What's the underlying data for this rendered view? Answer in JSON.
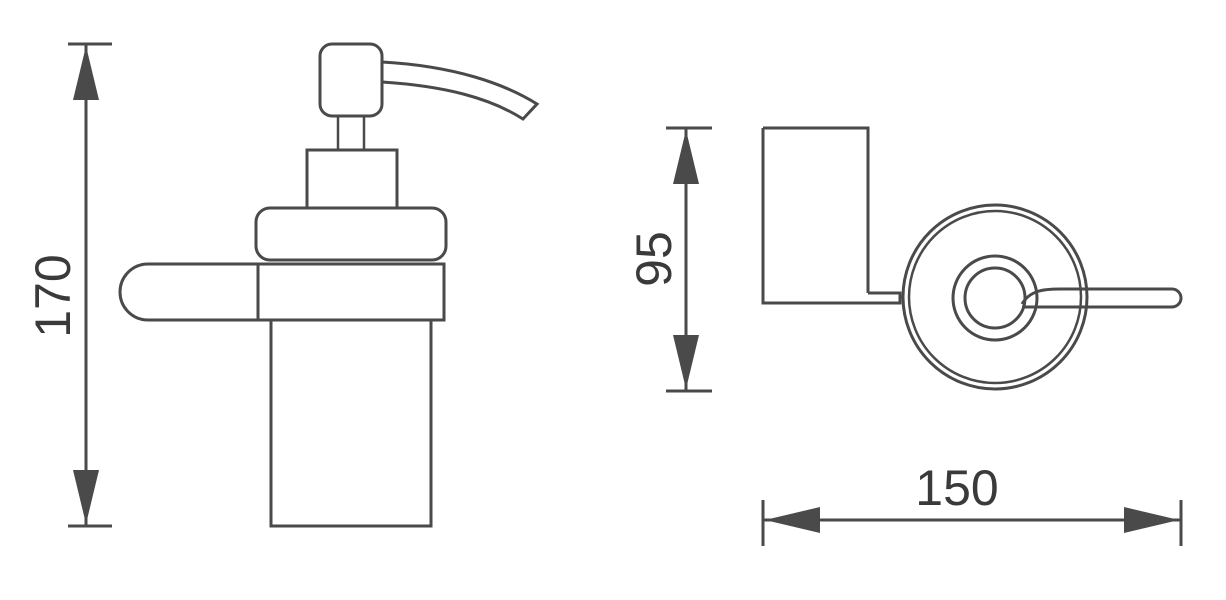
{
  "dimensions": {
    "height_total": "170",
    "depth": "95",
    "width": "150"
  }
}
